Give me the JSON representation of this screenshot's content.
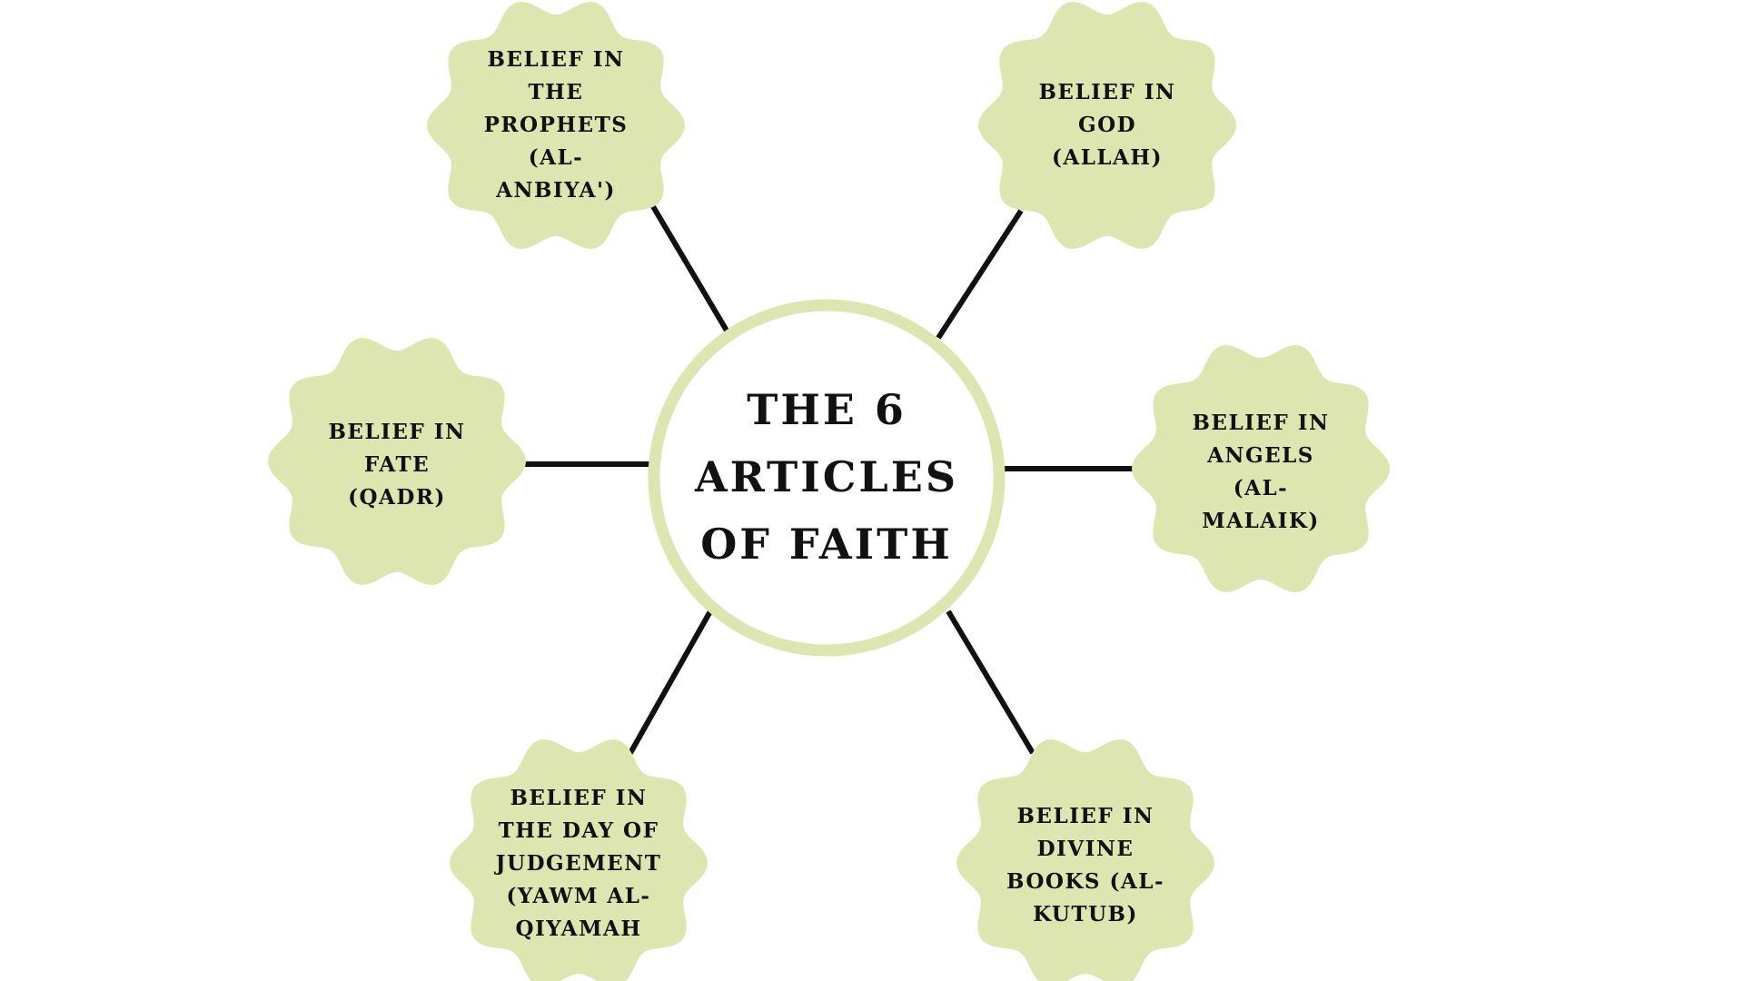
{
  "diagram": {
    "title": "THE 6\nARTICLES\nOF FAITH",
    "colors": {
      "node_fill": "#dde6b0",
      "center_ring": "#dde6b0",
      "connector": "#111111",
      "text": "#111111",
      "background": "#ffffff"
    },
    "nodes": [
      {
        "label": "BELIEF IN\nTHE\nPROPHETS\n(AL-ANBIYA')"
      },
      {
        "label": "BELIEF IN\nGOD (ALLAH)"
      },
      {
        "label": "BELIEF IN\nFATE (QADR)"
      },
      {
        "label": "BELIEF IN\nANGELS (AL-\nMALAIK)"
      },
      {
        "label": "BELIEF IN\nTHE DAY OF\nJUDGEMENT\n(YAWM AL-\nQIYAMAH"
      },
      {
        "label": "BELIEF IN\nDIVINE\nBOOKS (AL-\nKUTUB)"
      }
    ]
  }
}
